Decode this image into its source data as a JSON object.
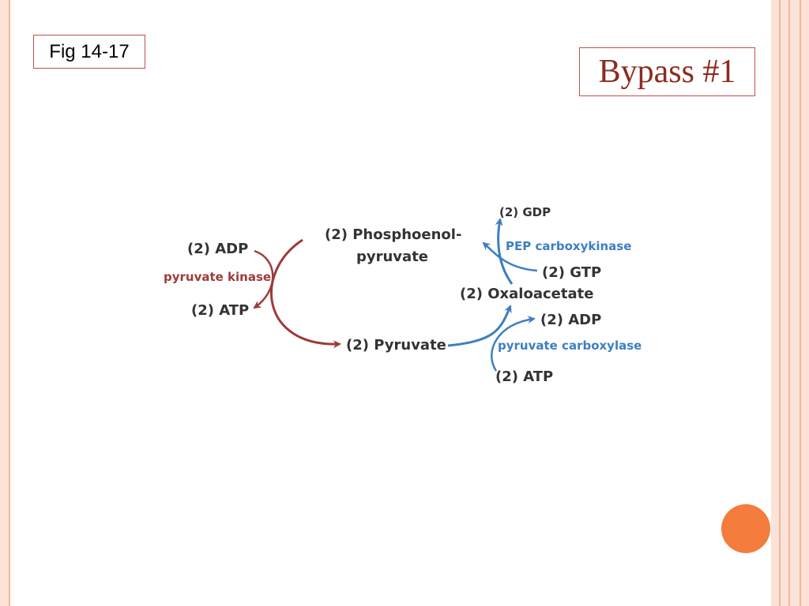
{
  "slide": {
    "fig_label": "Fig 14-17",
    "title": "Bypass #1"
  },
  "diagram": {
    "left": {
      "adp": "(2) ADP",
      "enzyme": "pyruvate kinase",
      "atp": "(2) ATP"
    },
    "pep_line1": "(2) Phosphoenol-",
    "pep_line2": "pyruvate",
    "pyruvate": "(2) Pyruvate",
    "oxaloacetate": "(2) Oxaloacetate",
    "gdp": "(2) GDP",
    "pep_carboxykinase": "PEP carboxykinase",
    "gtp": "(2) GTP",
    "right_adp": "(2) ADP",
    "pyruvate_carboxylase": "pyruvate carboxylase",
    "right_atp": "(2) ATP"
  },
  "colors": {
    "accent_red": "#9e3b3b",
    "accent_blue": "#3d7fc1",
    "title_color": "#8b2c21",
    "border": "#c0504d",
    "orange_dot": "#f47c3c"
  }
}
